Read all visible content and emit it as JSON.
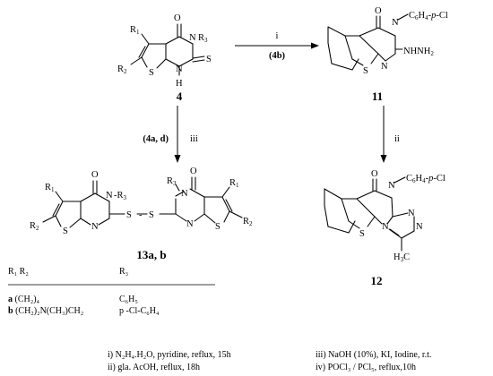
{
  "compounds": {
    "c4": {
      "number": "4",
      "r1": "R",
      "r1_sub": "1",
      "r2": "R",
      "r2_sub": "2",
      "r3": "R",
      "r3_sub": "3",
      "oxygen": "O",
      "sulfur_thione": "S",
      "sulfur_ring": "S",
      "nitrogen_3": "N",
      "nitrogen_1": "N",
      "hydrogen": "H"
    },
    "c11": {
      "number": "11",
      "oxygen": "O",
      "nitrogen_3": "N",
      "nitrogen_1": "N",
      "sulfur_ring": "S",
      "aryl_prefix": "C",
      "aryl_sub": "6",
      "aryl_mid": "H",
      "aryl_sub2": "4",
      "aryl_suffix": "-",
      "aryl_para": "p",
      "aryl_cl": "-Cl",
      "hydrazino": "NHNH",
      "hydrazino_sub": "2"
    },
    "c13": {
      "number": "13a, b",
      "r1": "R",
      "r1_sub": "1",
      "r2": "R",
      "r2_sub": "2",
      "r3": "R",
      "r3_sub": "3",
      "oxygen": "O",
      "nitrogen": "N",
      "sulfur_ring": "S",
      "disulfide_s": "S",
      "dash": "-"
    },
    "c12": {
      "number": "12",
      "oxygen": "O",
      "nitrogen": "N",
      "sulfur_ring": "S",
      "aryl_prefix": "C",
      "aryl_sub": "6",
      "aryl_mid": "H",
      "aryl_sub2": "4",
      "aryl_suffix": "-",
      "aryl_para": "p",
      "aryl_cl": "-Cl",
      "methyl": "H",
      "methyl_sub": "3",
      "methyl_c": "C"
    }
  },
  "arrows": {
    "to_11": {
      "reagent": "i",
      "label": "(4b)"
    },
    "to_13": {
      "reagent": "iii",
      "label": "(4a, d)"
    },
    "to_12": {
      "reagent": "ii"
    }
  },
  "substituent_table": {
    "header_r1r2": "R₁ R₂",
    "header_r3": "R₃",
    "rows": [
      {
        "key": "a",
        "r1r2": " (CH₂)₄",
        "r3": "C₆H₅"
      },
      {
        "key": "b",
        "r1r2": " (CH₂)₂N(CH₃)CH₂",
        "r3": "p -Cl-C₆H₄"
      }
    ]
  },
  "conditions": {
    "i": "i)   N₂H₄.H₂O, pyridine, reflux, 15h",
    "ii": "ii)  gla. AcOH, reflux, 18h",
    "iii": "iii) NaOH (10%), KI, Iodine, r.t.",
    "iv": "iv) POCl₃ / PCl₅, reflux,10h"
  }
}
